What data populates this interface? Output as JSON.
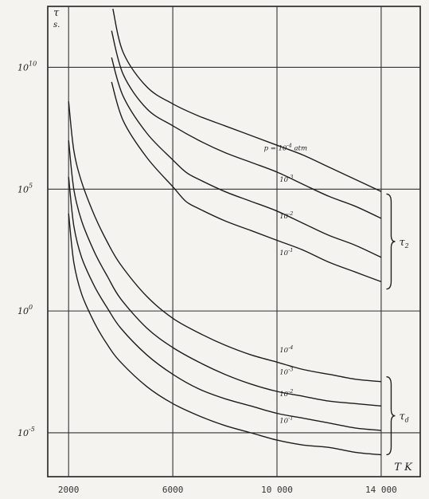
{
  "chart_data": {
    "type": "line",
    "ylabel": "τ",
    "ylabel_unit": "s.",
    "xlabel": "T K",
    "xlim": [
      1200,
      15500
    ],
    "ylim": [
      -6.8,
      12.5
    ],
    "y_scale": "log",
    "grid": true,
    "x_ticks": [
      {
        "value": 2000,
        "label": "2000"
      },
      {
        "value": 6000,
        "label": "6000"
      },
      {
        "value": 10000,
        "label": "10 000"
      },
      {
        "value": 14000,
        "label": "14 000"
      }
    ],
    "y_ticks": [
      {
        "value": 10,
        "base": "10",
        "exp": "10"
      },
      {
        "value": 5,
        "base": "10",
        "exp": "5"
      },
      {
        "value": 0,
        "base": "10",
        "exp": "0"
      },
      {
        "value": -5,
        "base": "10",
        "exp": "-5"
      }
    ],
    "groups": [
      {
        "label": "τ₂",
        "label_base": "τ",
        "label_sub": "2",
        "x": 14200,
        "y_range": [
          0.9,
          4.8
        ]
      },
      {
        "label": "τd",
        "label_base": "τ",
        "label_sub": "d",
        "x": 14200,
        "y_range": [
          -2.7,
          -5.9
        ]
      }
    ],
    "series": [
      {
        "name": "p = 10⁻⁴ atm",
        "label_parts": [
          "p = 10",
          "-4",
          " atm"
        ],
        "label_at": [
          9500,
          6.6
        ],
        "x": [
          3700,
          4100,
          5000,
          6000,
          7000,
          8000,
          9000,
          10000,
          11000,
          12000,
          13000,
          14000
        ],
        "y": [
          12.4,
          10.6,
          9.2,
          8.5,
          8.0,
          7.6,
          7.2,
          6.8,
          6.4,
          5.9,
          5.4,
          4.9
        ]
      },
      {
        "name": "10⁻³",
        "label_parts": [
          "10",
          "-3",
          ""
        ],
        "label_at": [
          10100,
          5.3
        ],
        "x": [
          3650,
          4100,
          5000,
          6000,
          7000,
          8000,
          9000,
          10000,
          11000,
          12000,
          13000,
          14000
        ],
        "y": [
          11.5,
          9.7,
          8.3,
          7.6,
          7.0,
          6.5,
          6.1,
          5.7,
          5.2,
          4.7,
          4.3,
          3.8
        ]
      },
      {
        "name": "10⁻²",
        "label_parts": [
          "10",
          "-2",
          ""
        ],
        "label_at": [
          10100,
          3.8
        ],
        "x": [
          3650,
          4100,
          5000,
          6000,
          6500,
          7000,
          8000,
          9000,
          10000,
          11000,
          12000,
          13000,
          14000
        ],
        "y": [
          10.4,
          8.8,
          7.3,
          6.2,
          5.7,
          5.4,
          4.9,
          4.5,
          4.1,
          3.6,
          3.1,
          2.7,
          2.2
        ]
      },
      {
        "name": "10⁻¹",
        "label_parts": [
          "10",
          "-1",
          ""
        ],
        "label_at": [
          10100,
          2.3
        ],
        "x": [
          3650,
          4100,
          5000,
          6000,
          6500,
          7000,
          8000,
          9000,
          10000,
          11000,
          12000,
          13000,
          14000
        ],
        "y": [
          9.4,
          7.8,
          6.3,
          5.1,
          4.5,
          4.2,
          3.7,
          3.3,
          2.9,
          2.5,
          2.0,
          1.6,
          1.2
        ]
      },
      {
        "name": "10⁻⁴",
        "label_parts": [
          "10",
          "-4",
          ""
        ],
        "label_at": [
          10100,
          -1.7
        ],
        "x": [
          2000,
          2200,
          2500,
          3000,
          3500,
          4000,
          5000,
          6000,
          7000,
          8000,
          9000,
          10000,
          11000,
          12000,
          13000,
          14000
        ],
        "y": [
          8.6,
          6.6,
          5.3,
          3.9,
          2.8,
          1.9,
          0.6,
          -0.3,
          -0.9,
          -1.4,
          -1.8,
          -2.1,
          -2.4,
          -2.6,
          -2.8,
          -2.9
        ]
      },
      {
        "name": "10⁻³",
        "label_parts": [
          "10",
          "-3",
          ""
        ],
        "label_at": [
          10100,
          -2.6
        ],
        "x": [
          2000,
          2200,
          2500,
          3000,
          3500,
          4000,
          5000,
          6000,
          7000,
          8000,
          9000,
          10000,
          11000,
          12000,
          13000,
          14000
        ],
        "y": [
          7.0,
          5.0,
          3.7,
          2.4,
          1.4,
          0.5,
          -0.7,
          -1.5,
          -2.1,
          -2.6,
          -3.0,
          -3.3,
          -3.5,
          -3.7,
          -3.8,
          -3.9
        ]
      },
      {
        "name": "10⁻²",
        "label_parts": [
          "10",
          "-2",
          ""
        ],
        "label_at": [
          10100,
          -3.5
        ],
        "x": [
          2000,
          2200,
          2500,
          3000,
          3500,
          4000,
          5000,
          6000,
          7000,
          8000,
          9000,
          10000,
          11000,
          12000,
          13000,
          14000
        ],
        "y": [
          5.5,
          3.5,
          2.2,
          1.0,
          0.1,
          -0.7,
          -1.8,
          -2.6,
          -3.2,
          -3.6,
          -3.9,
          -4.2,
          -4.4,
          -4.6,
          -4.8,
          -4.9
        ]
      },
      {
        "name": "10⁻¹",
        "label_parts": [
          "10",
          "-1",
          ""
        ],
        "label_at": [
          10100,
          -4.6
        ],
        "x": [
          2000,
          2200,
          2500,
          3000,
          3500,
          4000,
          5000,
          6000,
          7000,
          8000,
          9000,
          10000,
          11000,
          12000,
          13000,
          14000
        ],
        "y": [
          4.0,
          2.0,
          0.7,
          -0.5,
          -1.4,
          -2.1,
          -3.1,
          -3.8,
          -4.3,
          -4.7,
          -5.0,
          -5.3,
          -5.5,
          -5.6,
          -5.8,
          -5.9
        ]
      }
    ]
  }
}
